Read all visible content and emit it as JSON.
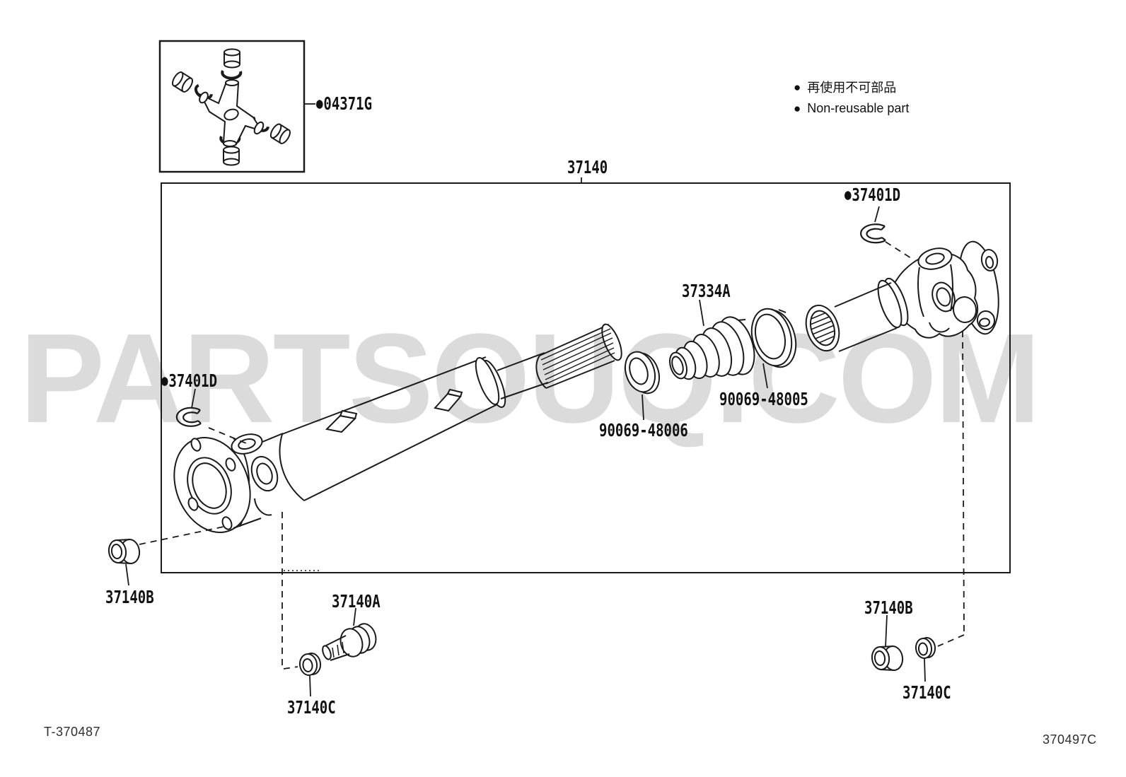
{
  "watermark": "PARTSOUQ.COM",
  "bullet": "●",
  "legend": {
    "line1_jp": "再使用不可部品",
    "line2_en": "Non-reusable part"
  },
  "inset": {
    "part": "04371G"
  },
  "assembly": {
    "part": "37140"
  },
  "callouts": {
    "snap_ring_left": "37401D",
    "snap_ring_right": "37401D",
    "boot": "37334A",
    "boot_clamp_front": "90069-48005",
    "boot_clamp_rear": "90069-48006",
    "nut_left": "37140B",
    "nut_right": "37140B",
    "bolt": "37140A",
    "washer_center": "37140C",
    "washer_right": "37140C"
  },
  "footer": {
    "drawing_code": "T-370487",
    "figure_code": "370497C"
  }
}
